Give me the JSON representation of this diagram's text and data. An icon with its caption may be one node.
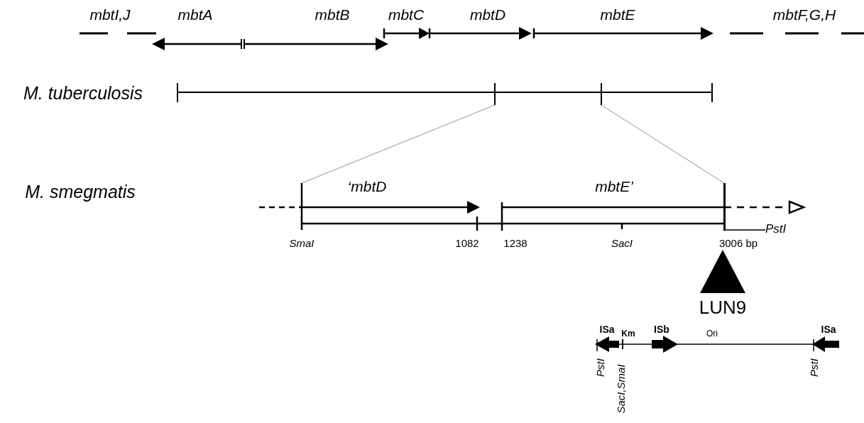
{
  "diagram": {
    "nodes": [
      {
        "text": [
          "PstI"
        ]
      },
      {
        "text": [],
        "shape": "bar"
      }
    ],
    "edges": [
      {
        "from": 0,
        "to": 1,
        "arrow": "none"
      }
    ],
    "labels": [
      "mbtI,J",
      "mbtA",
      "mbtB",
      "mbtC",
      "mbtD",
      "mbtE",
      "mbtF,G,H",
      "M. tuberculosis",
      "M. smegmatis",
      "‘mbtD",
      "mbtE’",
      "SmaI",
      "1082",
      "1238",
      "SacI",
      "3006 bp",
      "LUN9",
      "ISa",
      "Km",
      "ISb",
      "Ori",
      "ISa",
      "PstI",
      "SacI,SmaI",
      "PstI"
    ]
  }
}
